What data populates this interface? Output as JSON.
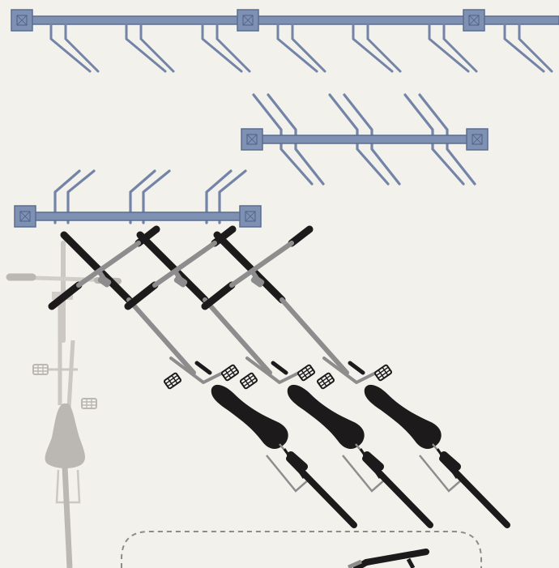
{
  "colors": {
    "background": "#f2f1ec",
    "rack_bar": "#7f91b2",
    "rack_outline": "#5a6d92",
    "rack_loop": "#7384a6",
    "bike_dark": "#1c1a1b",
    "bike_frame": "#8d8d8d",
    "bike_faded": "#b9b5b1",
    "bike_faded_light": "#d0ccc8",
    "zone_outline": "#8c8c8c"
  },
  "icons": [
    "rack-bracket-icon",
    "bike-saddle-icon",
    "bike-pedal-icon",
    "bike-handlebar-icon"
  ],
  "scene": {
    "racks": [
      {
        "name": "top-wall-rack",
        "loops": 7,
        "orientation": "down"
      },
      {
        "name": "middle-wall-rack",
        "loops": 3,
        "orientation": "up"
      },
      {
        "name": "lower-wall-rack",
        "loops": 3,
        "orientation": "up"
      }
    ],
    "parked_bikes": 3,
    "background_bikes": 1,
    "dashed_zone": true
  }
}
